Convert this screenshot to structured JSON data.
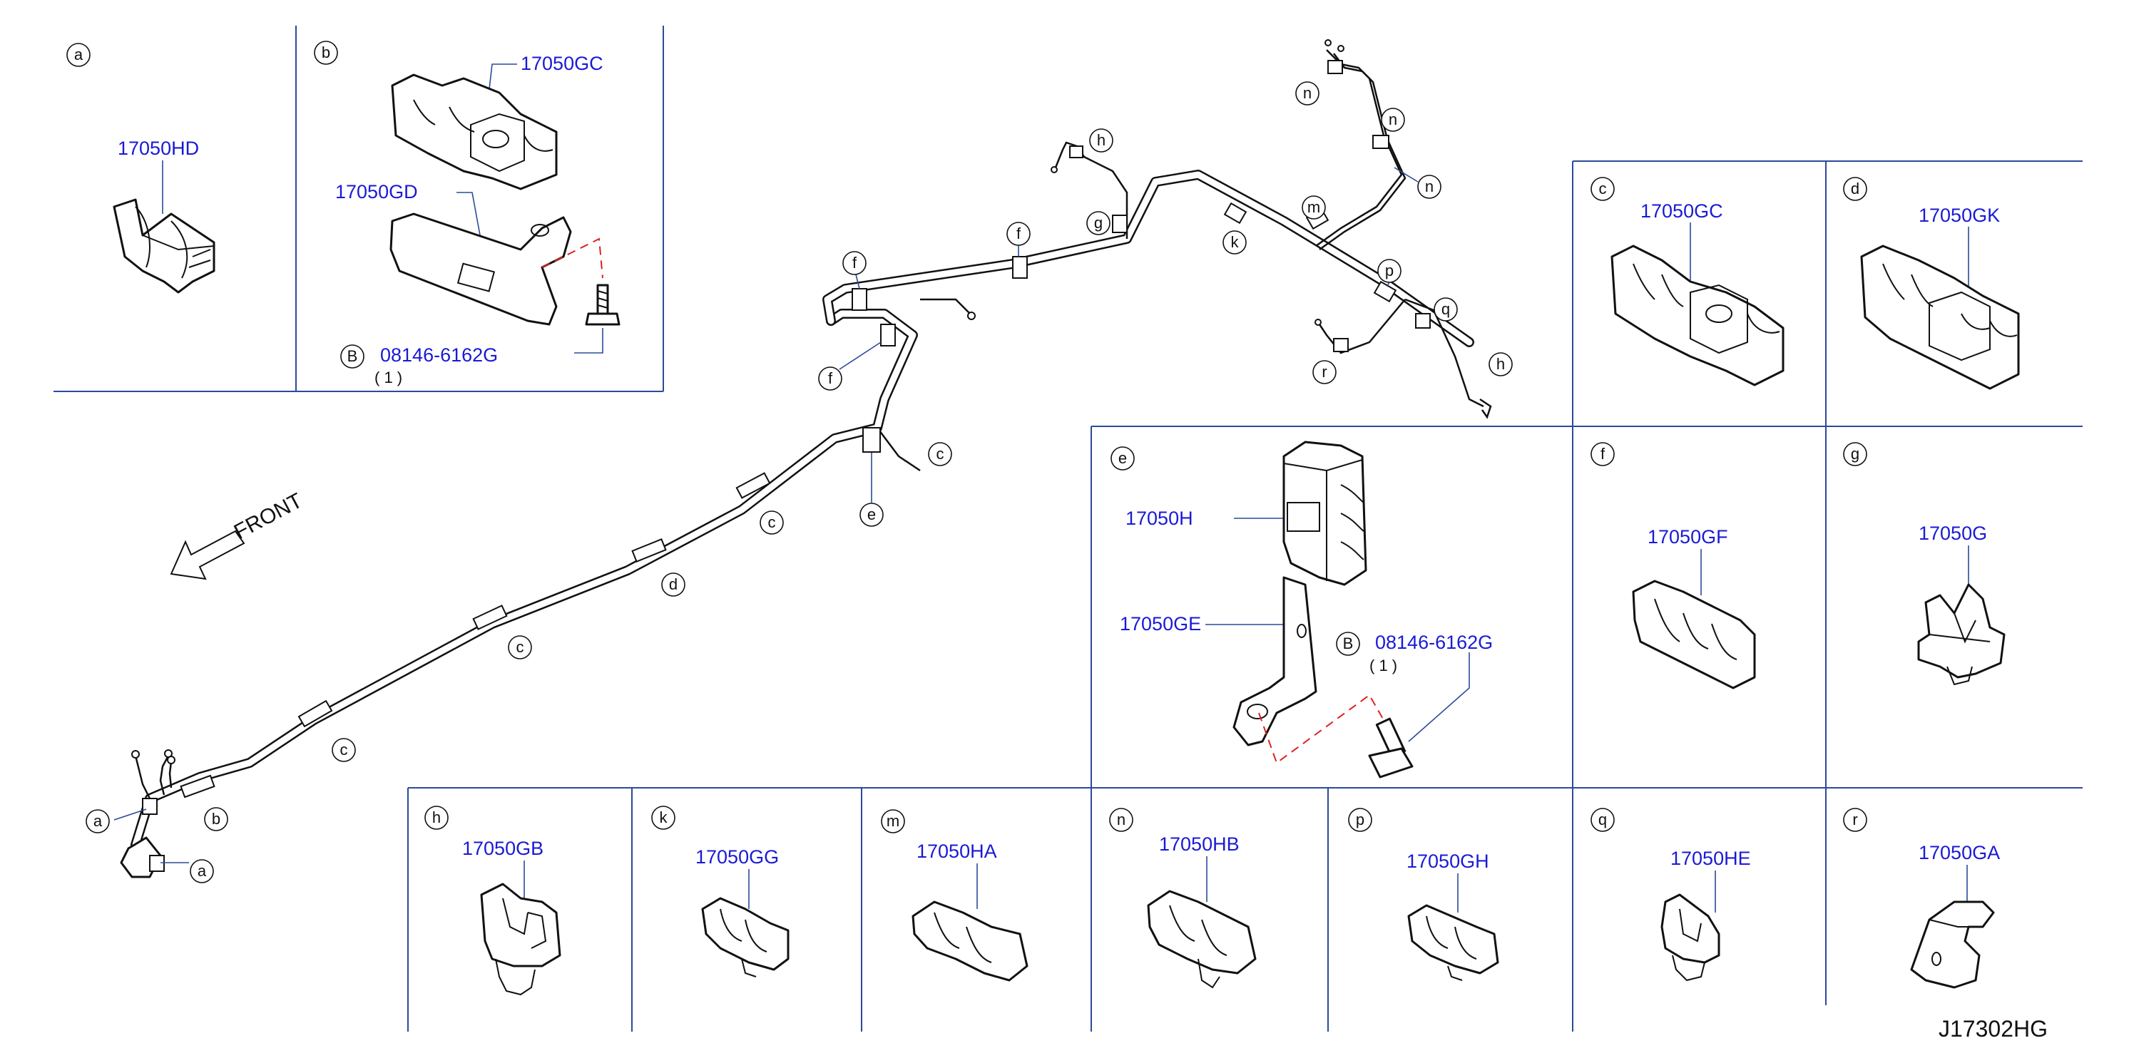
{
  "diagram_id": "J17302HG",
  "front_label": "FRONT",
  "panels": {
    "a": {
      "letter": "a",
      "part": "17050HD"
    },
    "b": {
      "letter": "b",
      "part_top": "17050GC",
      "part_bracket": "17050GD",
      "bolt_ref": "B",
      "bolt_part": "08146-6162G",
      "bolt_qty": "( 1 )"
    },
    "c": {
      "letter": "c",
      "part": "17050GC"
    },
    "d": {
      "letter": "d",
      "part": "17050GK"
    },
    "e": {
      "letter": "e",
      "part_clip": "17050H",
      "part_bracket": "17050GE",
      "bolt_ref": "B",
      "bolt_part": "08146-6162G",
      "bolt_qty": "( 1 )"
    },
    "f": {
      "letter": "f",
      "part": "17050GF"
    },
    "g": {
      "letter": "g",
      "part": "17050G"
    },
    "h": {
      "letter": "h",
      "part": "17050GB"
    },
    "k": {
      "letter": "k",
      "part": "17050GG"
    },
    "m": {
      "letter": "m",
      "part": "17050HA"
    },
    "n": {
      "letter": "n",
      "part": "17050HB"
    },
    "p": {
      "letter": "p",
      "part": "17050GH"
    },
    "q": {
      "letter": "q",
      "part": "17050HE"
    },
    "r": {
      "letter": "r",
      "part": "17050GA"
    }
  },
  "callouts": {
    "a1": "a",
    "a2": "a",
    "b1": "b",
    "c1": "c",
    "c2": "c",
    "c3": "c",
    "c4": "c",
    "d1": "d",
    "e1": "e",
    "f1": "f",
    "f2": "f",
    "f3": "f",
    "h1": "h",
    "h2": "h",
    "k1": "k",
    "m1": "m",
    "n1": "n",
    "n2": "n",
    "n3": "n",
    "p1": "p",
    "q1": "q",
    "r1": "r"
  }
}
